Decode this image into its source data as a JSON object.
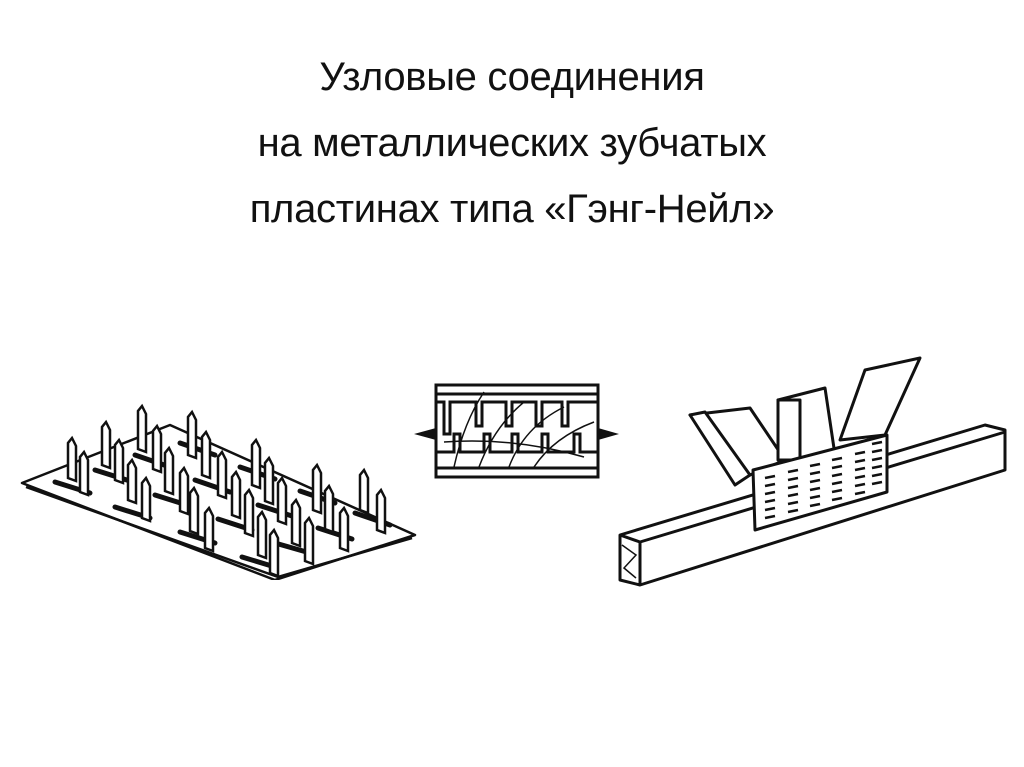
{
  "slide": {
    "title_lines": [
      "Узловые соединения",
      "на металлических зубчатых",
      "пластинах типа «Гэнг-Нейл»"
    ],
    "figures": [
      {
        "id": "toothed-plate",
        "icon": "toothed-metal-plate-illustration"
      },
      {
        "id": "joint-section",
        "icon": "wood-joint-cross-section-illustration"
      },
      {
        "id": "truss-node",
        "icon": "truss-node-with-plate-illustration"
      }
    ],
    "colors": {
      "background": "#ffffff",
      "ink": "#111111"
    }
  }
}
